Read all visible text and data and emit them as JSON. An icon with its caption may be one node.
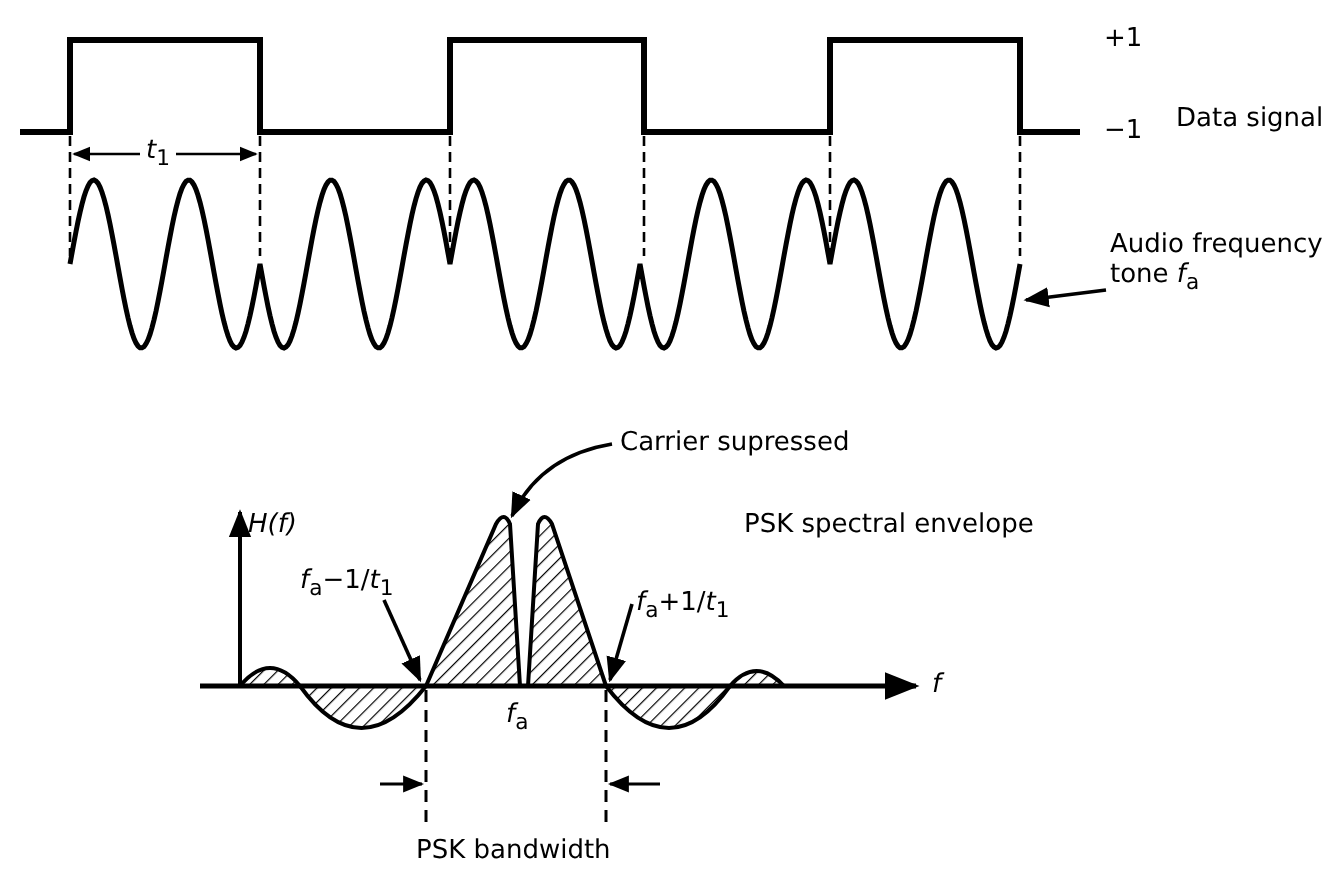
{
  "diagram": {
    "nodes": [
      {
        "text": [
          "Audio frequency tone *f*$_{a}$"
        ]
      },
      {
        "text": [
          "Carrier supressed"
        ]
      },
      {
        "text": [
          "*f*$_{a}$−1/*t*$_{1}$"
        ]
      },
      {
        "text": [
          "*f*$_{a}$+1/*t*$_{1}$"
        ]
      },
      {
        "text": [],
        "shape": "picture"
      },
      {
        "text": [],
        "shape": "picture"
      }
    ],
    "edges": [
      {
        "from": 0,
        "to": 4,
        "arrow": "to"
      },
      {
        "from": 1,
        "to": 5,
        "arrow": "to"
      },
      {
        "from": 2,
        "to": 5,
        "arrow": "to"
      },
      {
        "from": 3,
        "to": 5,
        "arrow": "to"
      }
    ],
    "labels": [
      "+1",
      "Data signal",
      "−1",
      "*t*$_{1}$",
      "H(f)",
      "PSK spectral envelope",
      "f",
      "*f*$_{a}$",
      "PSK bandwidth"
    ]
  }
}
